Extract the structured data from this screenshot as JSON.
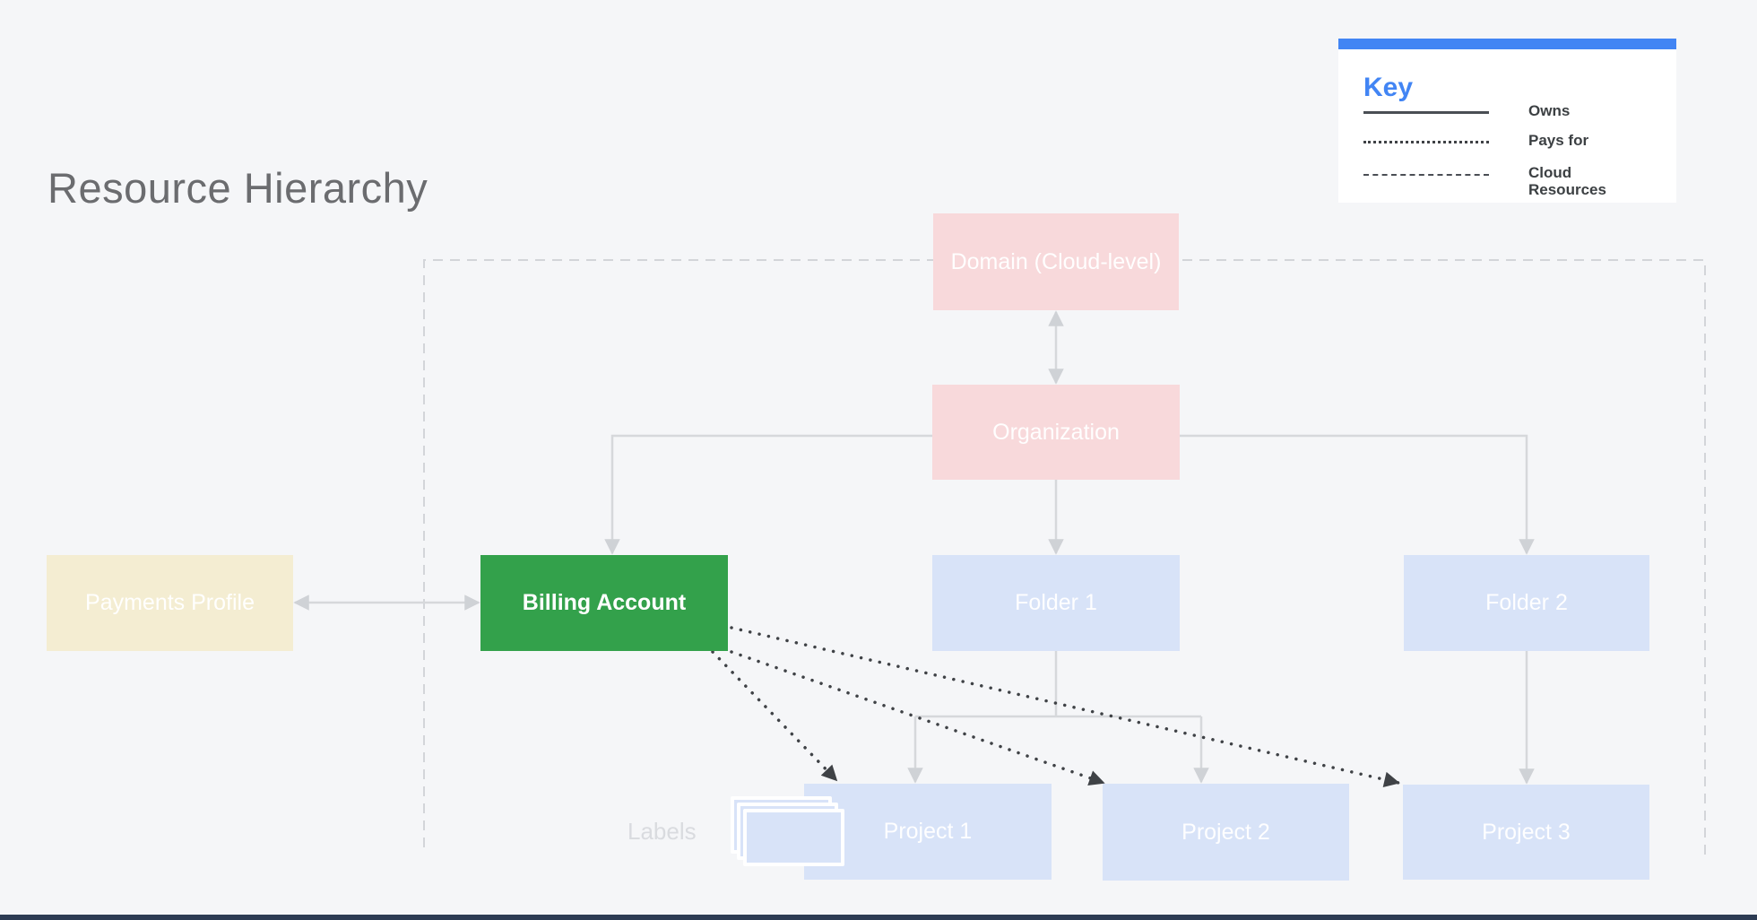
{
  "title": "Resource Hierarchy",
  "key": {
    "heading": "Key",
    "items": [
      {
        "line_style": "solid",
        "label": "Owns"
      },
      {
        "line_style": "dotted",
        "label": "Pays for"
      },
      {
        "line_style": "dashed",
        "label": "Cloud Resources"
      }
    ]
  },
  "nodes": {
    "domain": {
      "label": "Domain (Cloud-level)",
      "color": "#f8d9db"
    },
    "organization": {
      "label": "Organization",
      "color": "#f8d9db"
    },
    "payments_profile": {
      "label": "Payments Profile",
      "color": "#f4edd2"
    },
    "billing_account": {
      "label": "Billing Account",
      "color": "#33a14b"
    },
    "folder1": {
      "label": "Folder 1",
      "color": "#d8e3f8"
    },
    "folder2": {
      "label": "Folder 2",
      "color": "#d8e3f8"
    },
    "project1": {
      "label": "Project 1",
      "color": "#d8e3f8"
    },
    "project2": {
      "label": "Project 2",
      "color": "#d8e3f8"
    },
    "project3": {
      "label": "Project 3",
      "color": "#d8e3f8"
    }
  },
  "labels_caption": "Labels",
  "relationships": {
    "owns": [
      "Organization→Billing Account",
      "Organization→Folder 1",
      "Organization→Folder 2",
      "Folder 1→Project 1",
      "Folder 1→Project 2",
      "Folder 2→Project 3",
      "Domain↔Organization",
      "Payments Profile↔Billing Account"
    ],
    "pays_for": [
      "Billing Account→Project 1",
      "Billing Account→Project 2",
      "Billing Account→Project 3"
    ],
    "cloud_resources_boundary": "dashed rectangle around Domain, Organization, Billing Account, Folders and Projects"
  },
  "colors": {
    "background": "#f5f6f8",
    "accent_blue": "#4285f4",
    "node_pink": "#f8d9db",
    "node_green": "#33a14b",
    "node_cream": "#f4edd2",
    "node_blue": "#d8e3f8",
    "connector_gray": "#d6d8db",
    "pays_for_dark": "#3f4246",
    "title_gray": "#6b6c6f",
    "bottom_bar": "#2c3b53"
  }
}
